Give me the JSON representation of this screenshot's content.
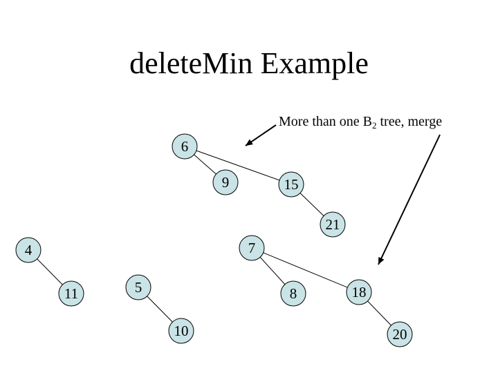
{
  "title": "deleteMin Example",
  "annotation": {
    "text_before": "More than one B",
    "subscript": "2",
    "text_after": " tree, merge"
  },
  "node_fill": "#c9e3e6",
  "nodes": [
    {
      "id": "n6",
      "label": "6"
    },
    {
      "id": "n9",
      "label": "9"
    },
    {
      "id": "n15",
      "label": "15"
    },
    {
      "id": "n21",
      "label": "21"
    },
    {
      "id": "n4",
      "label": "4"
    },
    {
      "id": "n7",
      "label": "7"
    },
    {
      "id": "n11",
      "label": "11"
    },
    {
      "id": "n5",
      "label": "5"
    },
    {
      "id": "n8",
      "label": "8"
    },
    {
      "id": "n18",
      "label": "18"
    },
    {
      "id": "n10",
      "label": "10"
    },
    {
      "id": "n20",
      "label": "20"
    }
  ],
  "edges": [
    [
      "n6",
      "n9"
    ],
    [
      "n6",
      "n15"
    ],
    [
      "n15",
      "n21"
    ],
    [
      "n4",
      "n11"
    ],
    [
      "n5",
      "n10"
    ],
    [
      "n7",
      "n8"
    ],
    [
      "n7",
      "n18"
    ],
    [
      "n18",
      "n20"
    ]
  ],
  "arrows": [
    {
      "name": "arrow-to-b2-tree-1"
    },
    {
      "name": "arrow-to-b2-tree-2"
    }
  ]
}
